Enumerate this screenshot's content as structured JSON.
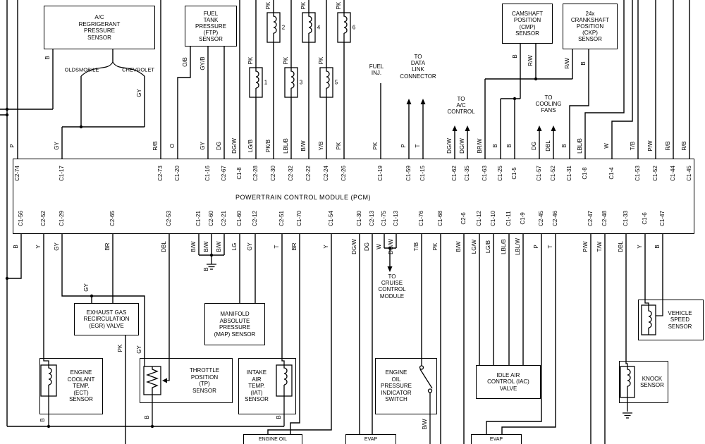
{
  "pcm": {
    "title": "POWERTRAIN CONTROL MODULE (PCM)",
    "top_pins": [
      {
        "pin": "C2-74",
        "color": "P"
      },
      {
        "pin": "C1-17",
        "color": "GY"
      },
      {
        "pin": "C2-73",
        "color": "R/B"
      },
      {
        "pin": "C1-20",
        "color": "O"
      },
      {
        "pin": "C1-16",
        "color": "GY"
      },
      {
        "pin": "C2-67",
        "color": "DG"
      },
      {
        "pin": "C1-8",
        "color": "DG/W"
      },
      {
        "pin": "C2-28",
        "color": "LG/B"
      },
      {
        "pin": "C2-30",
        "color": "PK/B"
      },
      {
        "pin": "C2-32",
        "color": "LBL/B"
      },
      {
        "pin": "C2-22",
        "color": "B/W"
      },
      {
        "pin": "C2-24",
        "color": "Y/B"
      },
      {
        "pin": "C2-26",
        "color": "PK"
      },
      {
        "pin": "C1-19",
        "color": "PK"
      },
      {
        "pin": "C1-59",
        "color": "P"
      },
      {
        "pin": "C1-15",
        "color": "T"
      },
      {
        "pin": "C1-62",
        "color": "DG/W"
      },
      {
        "pin": "C1-35",
        "color": "DG/W"
      },
      {
        "pin": "C1-63",
        "color": "BR/W"
      },
      {
        "pin": "C1-25",
        "color": "B"
      },
      {
        "pin": "C1-5",
        "color": "B"
      },
      {
        "pin": "C1-57",
        "color": "DG"
      },
      {
        "pin": "C1-52",
        "color": "DBL"
      },
      {
        "pin": "C1-31",
        "color": "B"
      },
      {
        "pin": "C1-8",
        "color": "LBL/B"
      },
      {
        "pin": "C1-4",
        "color": "W"
      },
      {
        "pin": "C1-53",
        "color": "T/B"
      },
      {
        "pin": "C1-52",
        "color": "P/W"
      },
      {
        "pin": "C1-44",
        "color": "R/B"
      },
      {
        "pin": "C1-45",
        "color": "R/B"
      }
    ],
    "bottom_pins": [
      {
        "pin": "C1-56",
        "color": "B"
      },
      {
        "pin": "C2-52",
        "color": "Y"
      },
      {
        "pin": "C1-29",
        "color": "GY"
      },
      {
        "pin": "C2-65",
        "color": "BR"
      },
      {
        "pin": "C2-53",
        "color": "DBL"
      },
      {
        "pin": "C1-21",
        "color": "B/W"
      },
      {
        "pin": "C2-60",
        "color": "B/W"
      },
      {
        "pin": "C2-21",
        "color": "B/W"
      },
      {
        "pin": "C1-60",
        "color": "LG"
      },
      {
        "pin": "C2-12",
        "color": "GY"
      },
      {
        "pin": "C2-51",
        "color": "T"
      },
      {
        "pin": "C1-70",
        "color": "BR"
      },
      {
        "pin": "C1-54",
        "color": "Y"
      },
      {
        "pin": "C1-30",
        "color": "DG/W"
      },
      {
        "pin": "C2-13",
        "color": "DG"
      },
      {
        "pin": "C1-75",
        "color": "W"
      },
      {
        "pin": "C1-13",
        "color": "DG/W"
      },
      {
        "pin": "C1-76",
        "color": "T/B"
      },
      {
        "pin": "C1-68",
        "color": "PK"
      },
      {
        "pin": "C2-6",
        "color": "B/W"
      },
      {
        "pin": "C1-12",
        "color": "LG/W"
      },
      {
        "pin": "C1-10",
        "color": "LG/B"
      },
      {
        "pin": "C1-11",
        "color": "LBL/B"
      },
      {
        "pin": "C1-9",
        "color": "LBL/W"
      },
      {
        "pin": "C2-45",
        "color": "P"
      },
      {
        "pin": "C2-46",
        "color": "T"
      },
      {
        "pin": "C2-47",
        "color": "P/W"
      },
      {
        "pin": "C2-48",
        "color": "T/W"
      },
      {
        "pin": "C1-33",
        "color": "DBL"
      },
      {
        "pin": "C1-6",
        "color": "Y"
      },
      {
        "pin": "C1-47",
        "color": "B"
      }
    ]
  },
  "components": {
    "ac_pressure_sensor": "A/C\nREGRIGERANT\nPRESSURE\nSENSOR",
    "ftp_sensor": "FUEL\nTANK\nPRESSURE\n(FTP)\nSENSOR",
    "cmp_sensor": "CAMSHAFT\nPOSITION\n(CMP)\nSENSOR",
    "ckp_sensor": "24x\nCRANKSHAFT\nPOSITION\n(CKP)\nSENSOR",
    "egr_valve": "EXHAUST GAS\nRECIRCULATION\n(EGR) VALVE",
    "map_sensor": "MANIFOLD\nABSOLUTE\nPRESSURE\n(MAP) SENSOR",
    "ect_sensor": "ENGINE\nCOOLANT\nTEMP.\n(ECT)\nSENSOR",
    "tp_sensor": "THROTTLE\nPOSITION\n(TP)\nSENSOR",
    "iat_sensor": "INTAKE\nAIR\nTEMP.\n(IAT)\nSENSOR",
    "oil_pressure_switch": "ENGINE\nOIL\nPRESSURE\nINDICATOR\nSWITCH",
    "iac_valve": "IDLE AIR\nCONTROL (IAC)\nVALVE",
    "knock_sensor": "KNOCK\nSENSOR",
    "vss": "VEHICLE\nSPEED\nSENSOR",
    "engine_oil_partial": "ENGINE OIL",
    "evap1_partial": "EVAP",
    "evap2_partial": "EVAP"
  },
  "destinations": {
    "dlc": "TO\nDATA\nLINK\nCONNECTOR",
    "ac_control": "TO\nA/C\nCONTROL",
    "cooling_fans": "TO\nCOOLING\nFANS",
    "cruise": "TO\nCRUISE\nCONTROL\nMODULE"
  },
  "branch_labels": {
    "oldsmobile": "OLDSMOBILE",
    "chevrolet": "CHEVROLET"
  },
  "injectors": {
    "numbers": [
      "1",
      "2",
      "3",
      "4",
      "5",
      "6"
    ],
    "feed_color": "PK",
    "fuel_inj_label": "FUEL\nINJ."
  },
  "wire_labels": [
    "B",
    "GY",
    "O/B",
    "GY/B",
    "B",
    "R/W",
    "R/W",
    "B",
    "GY",
    "PK",
    "GY",
    "B",
    "B",
    "B",
    "B",
    "B/W"
  ],
  "colors": {
    "line": "#000000",
    "background": "#ffffff"
  }
}
